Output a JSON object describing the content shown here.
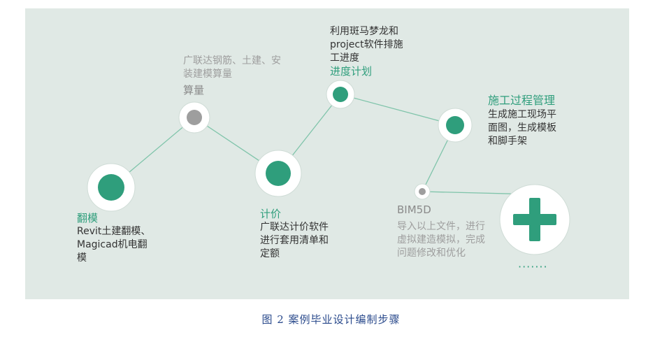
{
  "colors": {
    "accent": "#2f9e7c",
    "line": "#7fc4aa",
    "grey": "#9e9e9e",
    "ring": "#ffffff",
    "panel": "#e0e9e5",
    "caption": "#2a4a8c"
  },
  "steps": [
    {
      "title": "翻模",
      "desc": [
        "Revit土建翻模、",
        "Magicad机电翻",
        "模"
      ]
    },
    {
      "title": "算量",
      "desc": [
        "广联达钢筋、土建、安",
        "装建模算量"
      ]
    },
    {
      "title": "计价",
      "desc": [
        "广联达计价软件",
        "进行套用清单和",
        "定额"
      ]
    },
    {
      "title": "进度计划",
      "desc": [
        "利用斑马梦龙和",
        "project软件排施",
        "工进度"
      ]
    },
    {
      "title": "施工过程管理",
      "desc": [
        "生成施工现场平",
        "面图，生成模板",
        "和脚手架"
      ]
    },
    {
      "title": "BIM5D",
      "desc": [
        "导入以上文件，进行",
        "虚拟建造模拟，完成",
        "问题修改和优化"
      ]
    }
  ],
  "more": "·······",
  "plus_icon": "plus-icon",
  "caption": "图 2 案例毕业设计编制步骤"
}
